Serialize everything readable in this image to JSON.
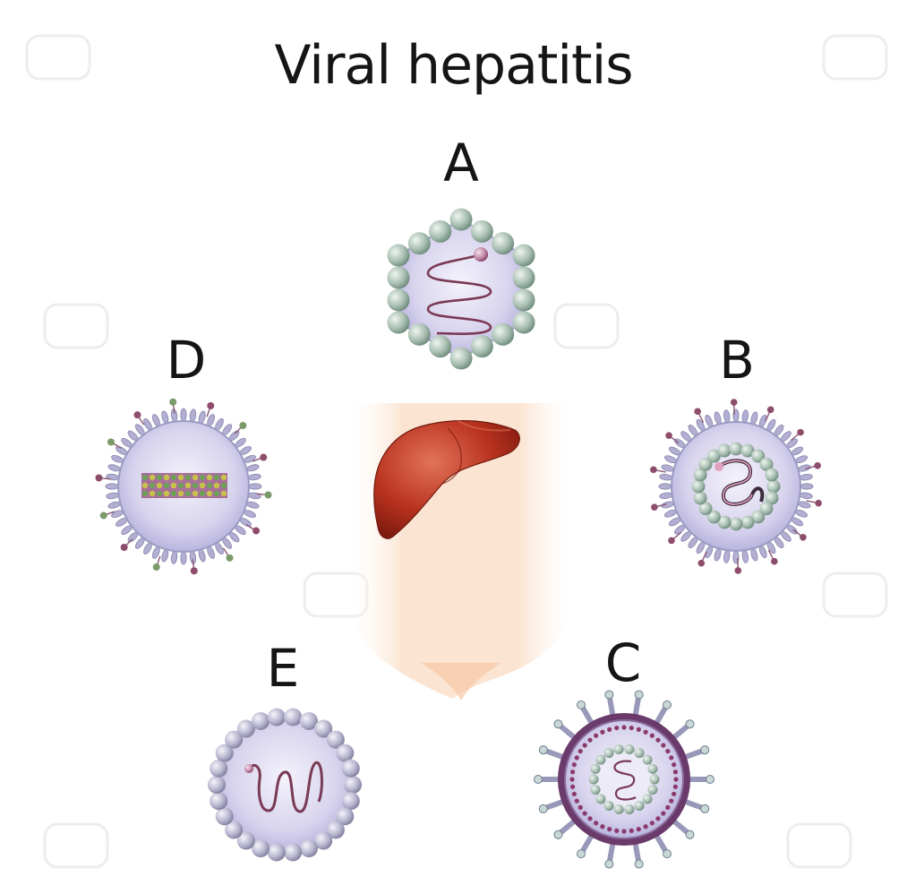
{
  "title": "Viral hepatitis",
  "viruses": [
    {
      "label": "A"
    },
    {
      "label": "B"
    },
    {
      "label": "C"
    },
    {
      "label": "D"
    },
    {
      "label": "E"
    }
  ],
  "colors": {
    "capsid_sphere": "#9bb3a6",
    "virion_fill": "#d9d4f0",
    "spike": "#a9a6c9",
    "rna": "#7a3a55",
    "liver": "#b9301c",
    "skin": "#fbe3cf"
  }
}
